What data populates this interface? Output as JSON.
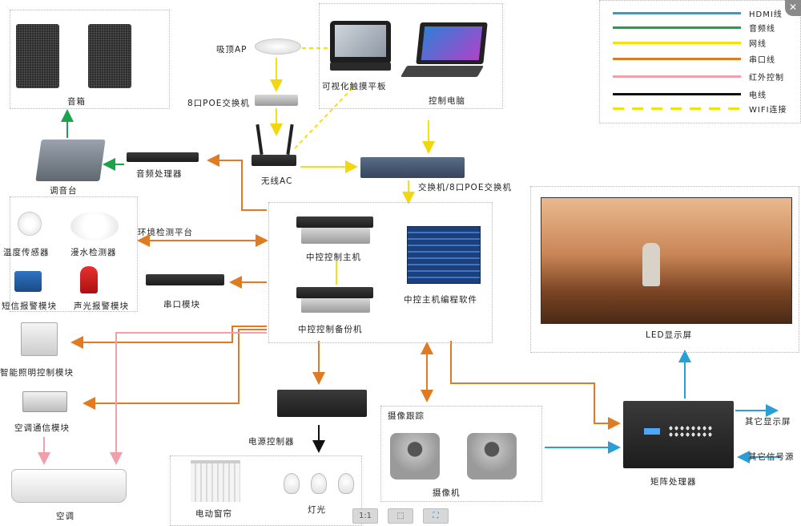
{
  "legend": [
    {
      "label": "HDMI线",
      "color": "#2a9fd6",
      "dashed": false
    },
    {
      "label": "音频线",
      "color": "#1aa34a",
      "dashed": false
    },
    {
      "label": "网线",
      "color": "#f2e20f",
      "dashed": false
    },
    {
      "label": "串口线",
      "color": "#e07b22",
      "dashed": false
    },
    {
      "label": "红外控制",
      "color": "#f0a0a8",
      "dashed": false
    },
    {
      "label": "电线",
      "color": "#111111",
      "dashed": false
    },
    {
      "label": "WIFI连接",
      "color": "#f2e20f",
      "dashed": true
    }
  ],
  "nodes": {
    "speakers": "音箱",
    "mixer": "调音台",
    "audio_processor": "音频处理器",
    "ap": "吸顶AP",
    "poe8": "8口POE交换机",
    "touch_panel": "可视化触摸平板",
    "control_pc": "控制电脑",
    "wireless_ac": "无线AC",
    "switch": "交换机/8口POE交换机",
    "env_platform": "环境检测平台",
    "temp_sensor": "温度传感器",
    "water_sensor": "漫水检测器",
    "sms_alarm": "短信报警模块",
    "sound_light_alarm": "声光报警模块",
    "serial_module": "串口模块",
    "central_host": "中控控制主机",
    "central_backup": "中控控制备份机",
    "central_software": "中控主机编程软件",
    "lighting_module": "智能照明控制模块",
    "ac_comm": "空调通信模块",
    "air_conditioner": "空调",
    "power_controller": "电源控制器",
    "curtain": "电动窗帘",
    "lights": "灯光",
    "camera_tracking": "摄像跟踪",
    "cameras": "摄像机",
    "led_screen": "LED显示屏",
    "matrix": "矩阵处理器",
    "other_display": "其它显示屏",
    "other_source": "其它信号源"
  },
  "toolbar": {
    "btn1": "1:1",
    "btn2": "⬚",
    "btn3": "⛶",
    "close": "✕"
  }
}
